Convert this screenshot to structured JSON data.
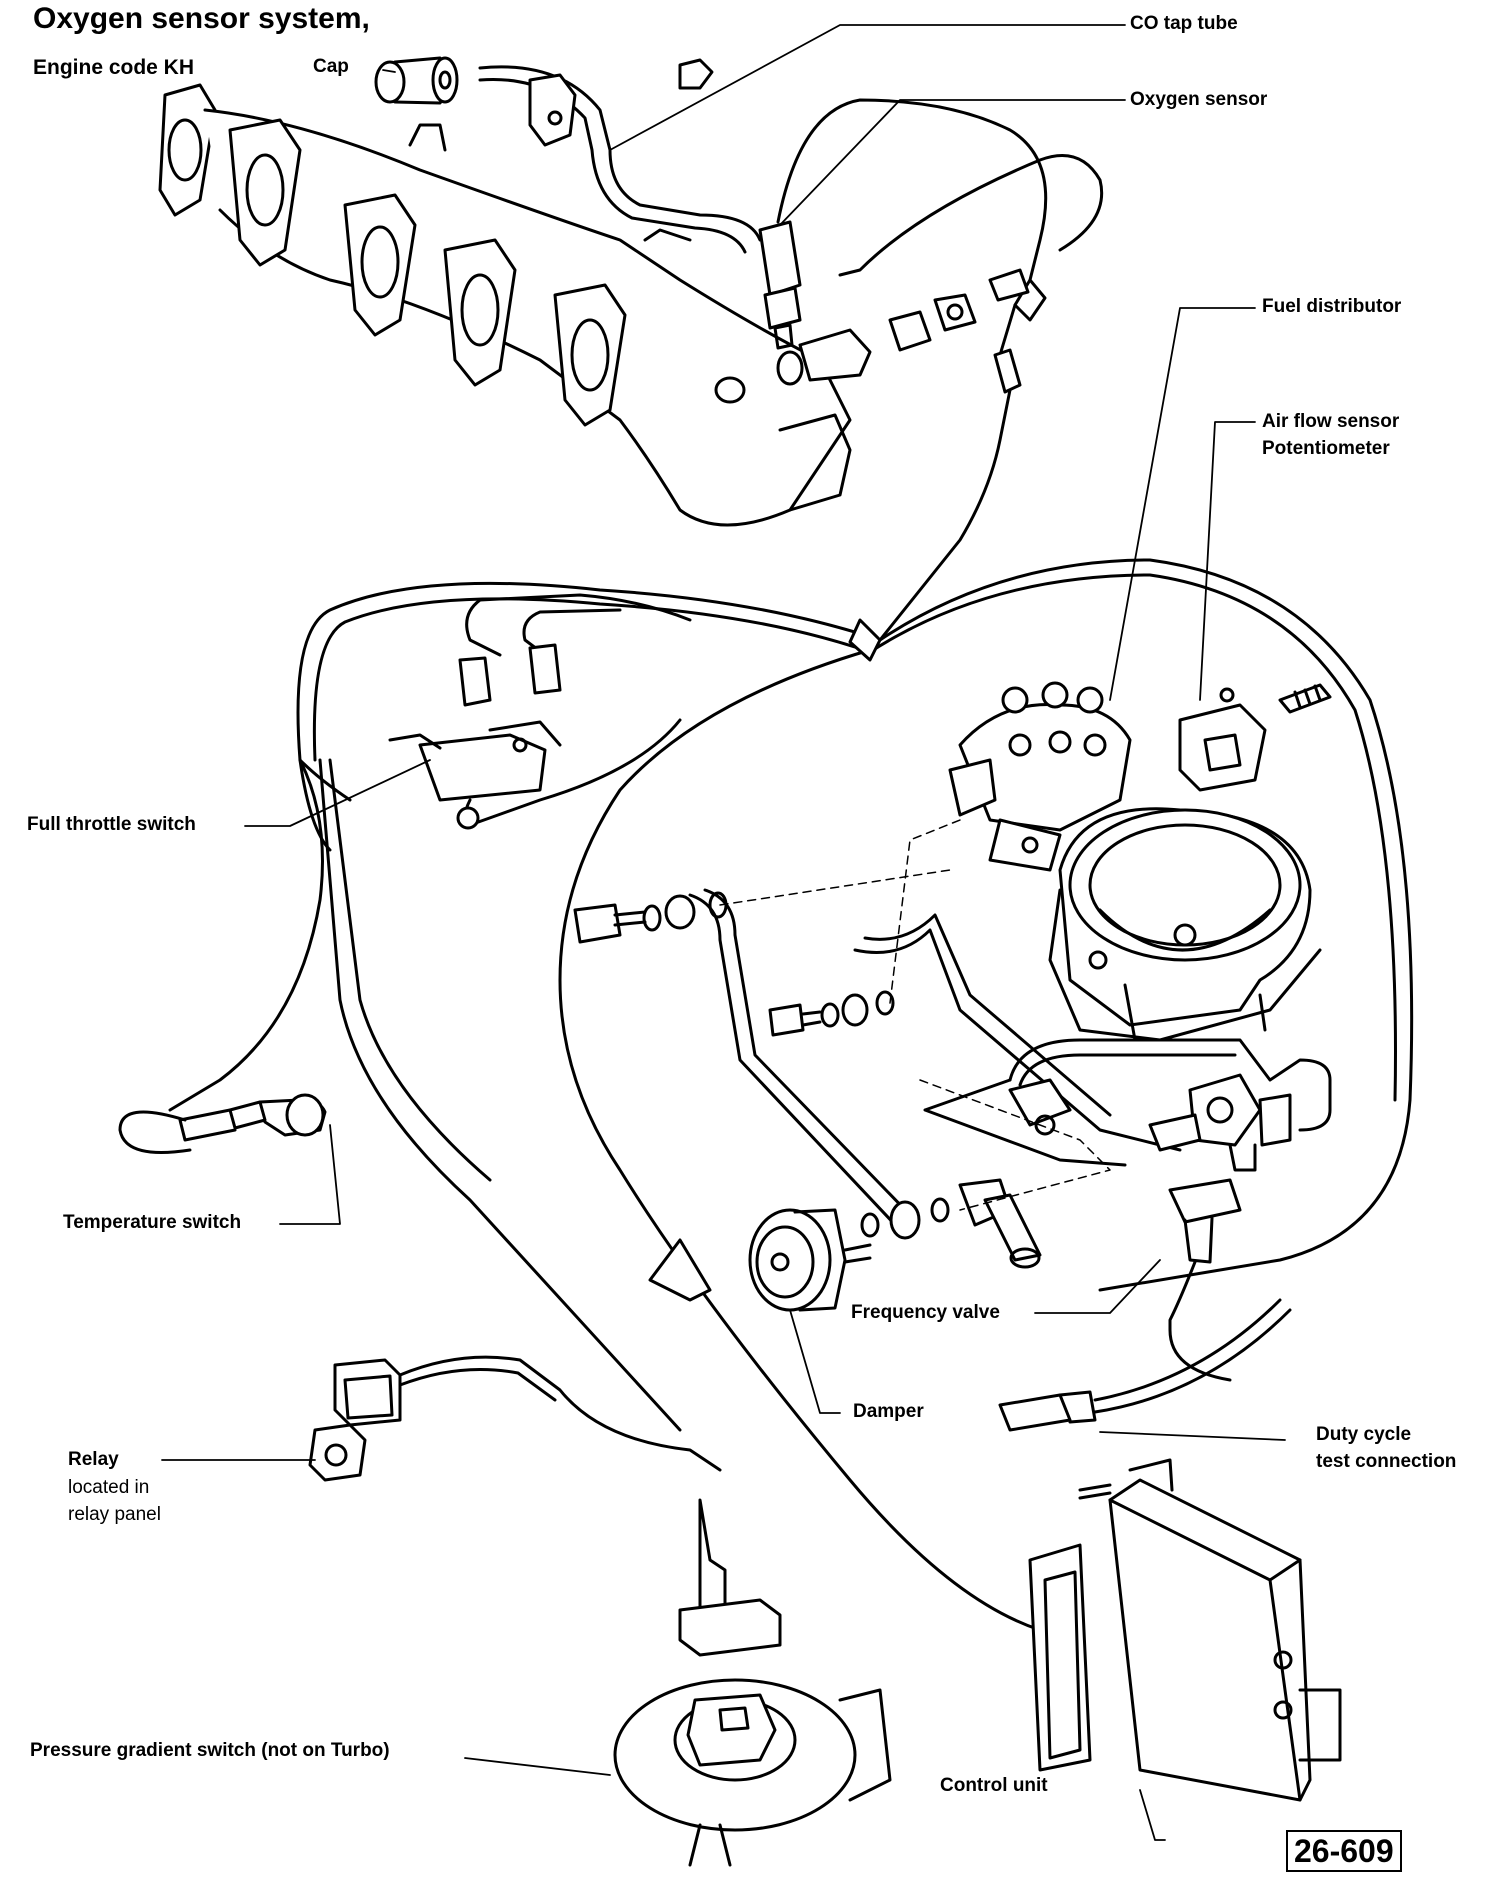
{
  "title": "Oxygen sensor system,",
  "subtitle": "Engine code KH",
  "labels": {
    "cap": "Cap",
    "co_tap_tube": "CO tap tube",
    "oxygen_sensor": "Oxygen sensor",
    "fuel_distributor": "Fuel distributor",
    "air_flow_line1": "Air flow sensor",
    "air_flow_line2": "Potentiometer",
    "full_throttle_switch": "Full throttle switch",
    "temperature_switch": "Temperature switch",
    "frequency_valve": "Frequency valve",
    "damper": "Damper",
    "duty_cycle_line1": "Duty cycle",
    "duty_cycle_line2": "test connection",
    "relay": "Relay",
    "relay_note_line1": "located in",
    "relay_note_line2": "relay panel",
    "pressure_gradient_switch": "Pressure gradient switch (not on Turbo)",
    "control_unit": "Control unit"
  },
  "figure_number": "26-609"
}
